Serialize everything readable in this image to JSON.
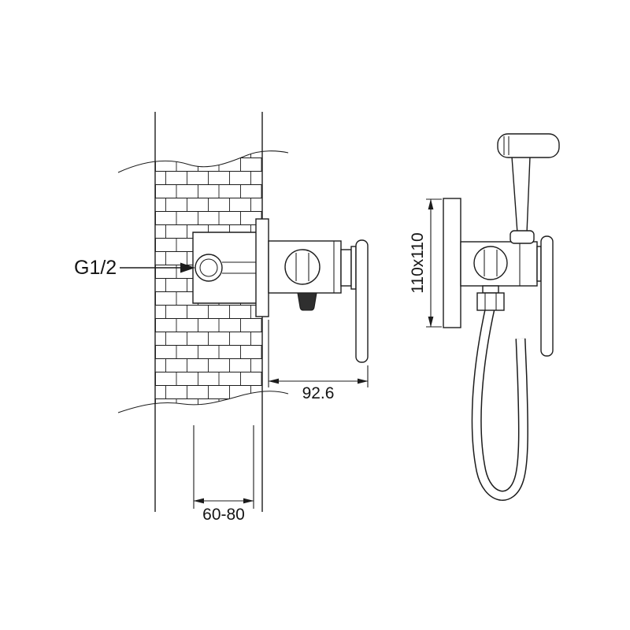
{
  "drawing": {
    "background_color": "#ffffff",
    "line_color": "#1c1c1c",
    "labels": {
      "thread_size": "G1/2",
      "projection_depth": "92.6",
      "embed_depth_range": "60-80",
      "plate_size": "110x110"
    }
  }
}
